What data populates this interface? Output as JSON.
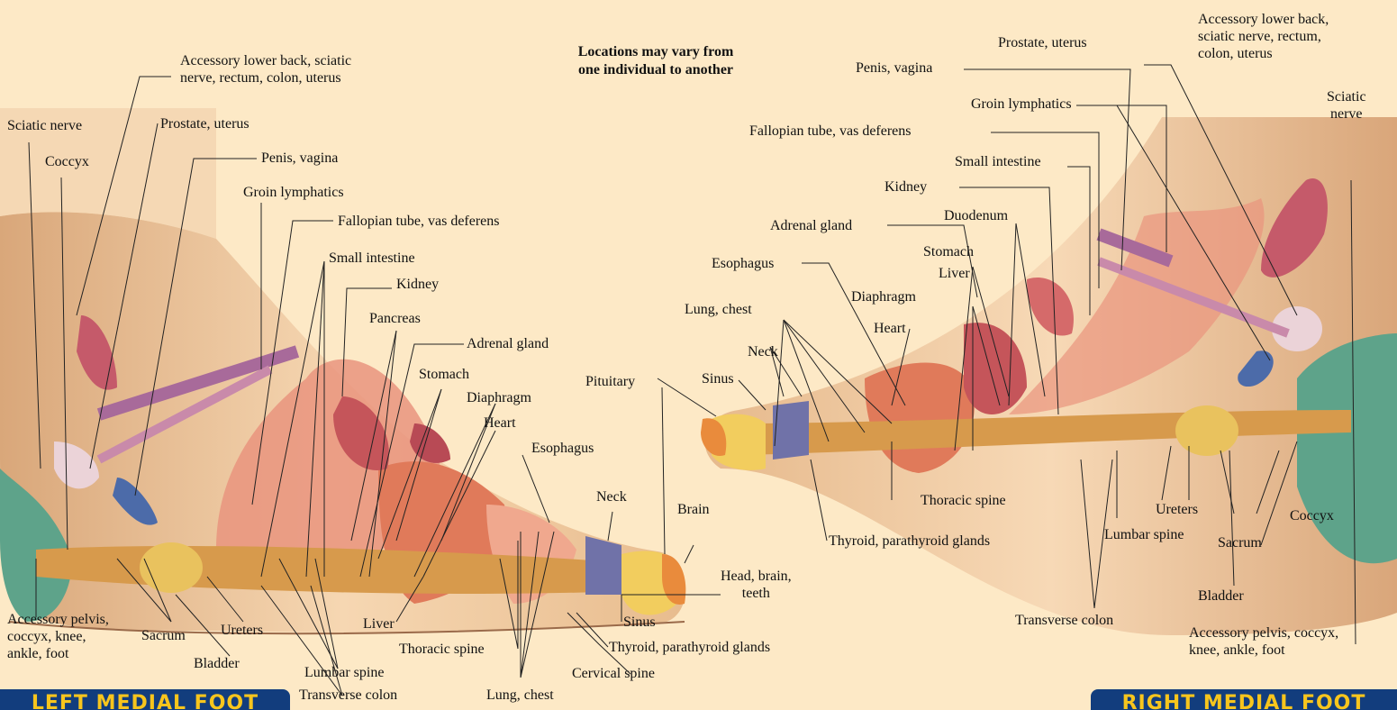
{
  "note": "Locations may vary from\none individual to another",
  "banners": {
    "left": "LEFT MEDIAL FOOT",
    "right": "RIGHT MEDIAL FOOT"
  },
  "colors": {
    "background": "#fde9c6",
    "banner": "#123d7d",
    "banner_text": "#f7c51d",
    "skin": "#f2c99a",
    "spine": "#d9a25a"
  },
  "left_labels": [
    "Accessory lower back, sciatic\nnerve, rectum, colon, uterus",
    "Sciatic nerve",
    "Coccyx",
    "Prostate, uterus",
    "Penis, vagina",
    "Groin lymphatics",
    "Fallopian tube, vas deferens",
    "Small intestine",
    "Kidney",
    "Pancreas",
    "Adrenal gland",
    "Stomach",
    "Diaphragm",
    "Heart",
    "Pituitary",
    "Esophagus",
    "Neck",
    "Brain",
    "Head, brain,\nteeth",
    "Sinus",
    "Thyroid, parathyroid glands",
    "Cervical spine",
    "Lung, chest",
    "Thoracic spine",
    "Liver",
    "Lumbar spine",
    "Transverse colon",
    "Bladder",
    "Ureters",
    "Sacrum",
    "Accessory pelvis,\ncoccyx, knee,\nankle, foot"
  ],
  "right_labels": [
    "Accessory lower back,\nsciatic nerve, rectum,\ncolon, uterus",
    "Prostate, uterus",
    "Penis, vagina",
    "Groin lymphatics",
    "Sciatic\nnerve",
    "Fallopian tube, vas deferens",
    "Small intestine",
    "Kidney",
    "Adrenal gland",
    "Duodenum",
    "Stomach",
    "Liver",
    "Esophagus",
    "Diaphragm",
    "Heart",
    "Lung, chest",
    "Neck",
    "Sinus",
    "Thoracic spine",
    "Thyroid, parathyroid glands",
    "Lumbar spine",
    "Ureters",
    "Coccyx",
    "Sacrum",
    "Bladder",
    "Transverse colon",
    "Accessory pelvis, coccyx,\nknee, ankle, foot"
  ]
}
